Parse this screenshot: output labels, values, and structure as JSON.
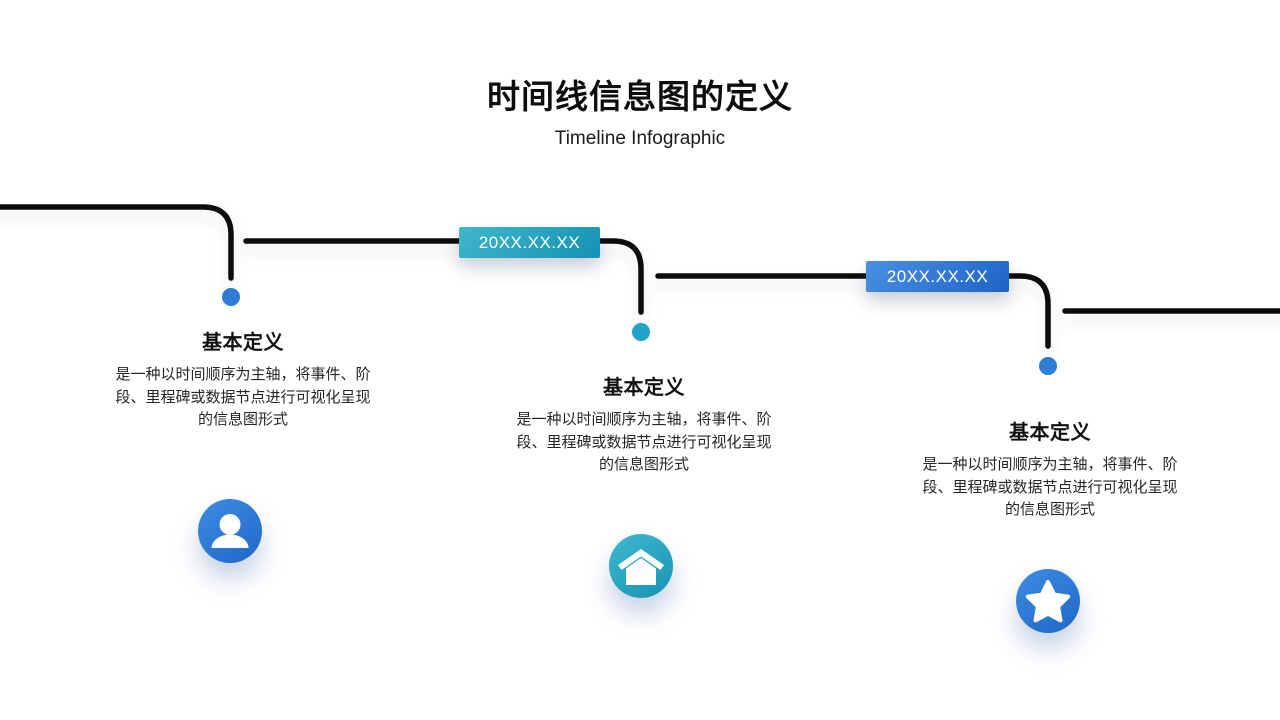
{
  "page": {
    "title": "时间线信息图的定义",
    "subtitle": "Timeline Infographic"
  },
  "timeline": {
    "line_color": "#0c0c0c",
    "dot_colors": [
      "#2e7cd3",
      "#23a3c6",
      "#2e7cd3"
    ],
    "badge_colors": {
      "teal": "#1492b2",
      "blue": "#1d64c6"
    },
    "badges": [
      {
        "label": "20XX.XX.XX",
        "style": "teal"
      },
      {
        "label": "20XX.XX.XX",
        "style": "blue"
      }
    ]
  },
  "blocks": [
    {
      "heading": "基本定义",
      "body_lines": [
        "是一种以时间顺序为主轴，将事件、阶",
        "段、里程碑或数据节点进行可视化呈现",
        "的信息图形式"
      ],
      "icon": "user-icon"
    },
    {
      "heading": "基本定义",
      "body_lines": [
        "是一种以时间顺序为主轴，将事件、阶",
        "段、里程碑或数据节点进行可视化呈现",
        "的信息图形式"
      ],
      "icon": "home-icon"
    },
    {
      "heading": "基本定义",
      "body_lines": [
        "是一种以时间顺序为主轴，将事件、阶",
        "段、里程碑或数据节点进行可视化呈现",
        "的信息图形式"
      ],
      "icon": "star-icon"
    }
  ]
}
